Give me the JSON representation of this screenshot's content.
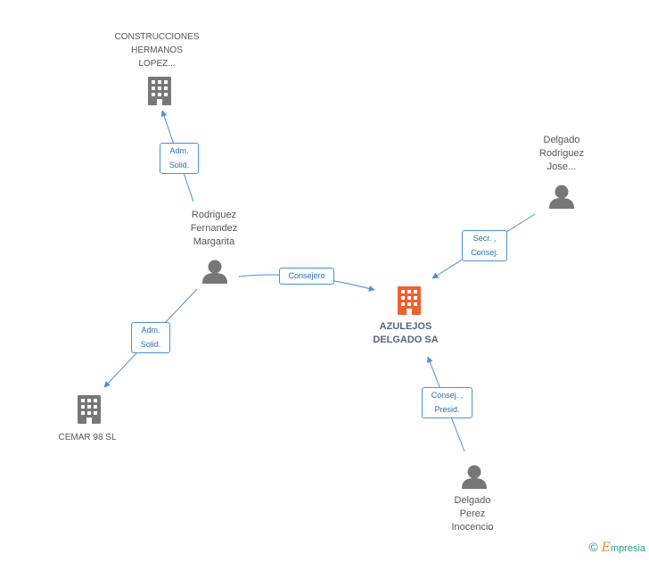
{
  "colors": {
    "edge": "#4a90d9",
    "person": "#777777",
    "company": "#777777",
    "main_company": "#f06030"
  },
  "nodes": {
    "construcciones": {
      "icon": "building-icon",
      "lines": [
        "CONSTRUCCIONES",
        "HERMANOS",
        "LOPEZ..."
      ]
    },
    "rodriguez": {
      "icon": "person-icon",
      "lines": [
        "Rodriguez",
        "Fernandez",
        "Margarita"
      ]
    },
    "delgado_jose": {
      "icon": "person-icon",
      "lines": [
        "Delgado",
        "Rodriguez",
        "Jose..."
      ]
    },
    "azulejos": {
      "icon": "building-icon",
      "lines": [
        "AZULEJOS",
        "DELGADO SA"
      ]
    },
    "cemar": {
      "icon": "building-icon",
      "lines": [
        "CEMAR 98 SL"
      ]
    },
    "delgado_inocencio": {
      "icon": "person-icon",
      "lines": [
        "Delgado",
        "Perez",
        "Inocencio"
      ]
    }
  },
  "relations": {
    "rod_to_construcciones": [
      "Adm.",
      "Solid."
    ],
    "rod_to_cemar": [
      "Adm.",
      "Solid."
    ],
    "rod_to_azulejos": [
      "Consejero"
    ],
    "jose_to_azulejos": [
      "Secr. ,",
      "Consej."
    ],
    "inocencio_to_azulejos": [
      "Consej. ,",
      "Presid."
    ]
  },
  "footer": {
    "copyright": "©",
    "brand_initial": "E",
    "brand_rest": "mpresia"
  }
}
